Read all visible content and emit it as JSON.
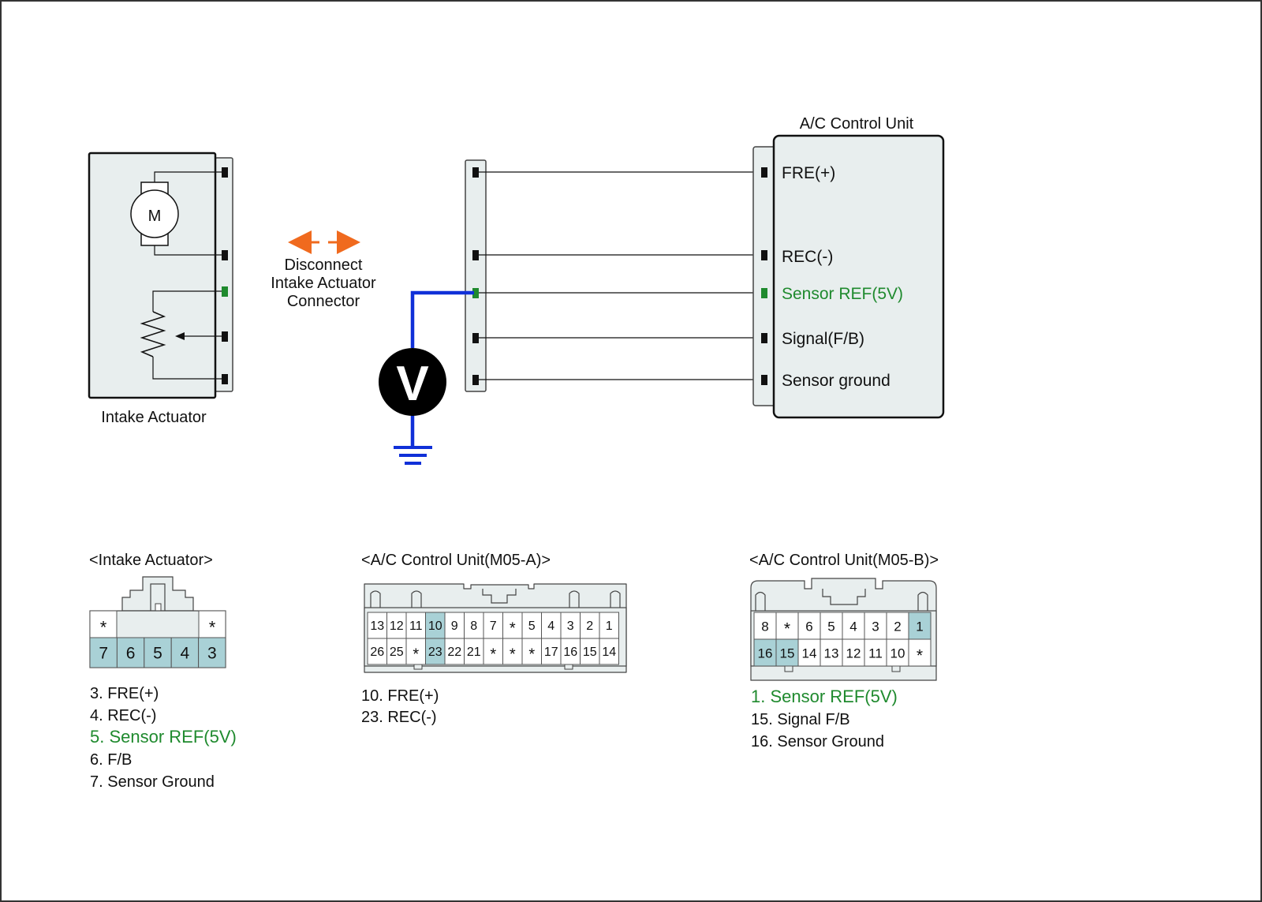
{
  "colors": {
    "sensor_ref": "#1f8a2e",
    "probe_wire": "#1030d8",
    "arrow": "#f06a1e",
    "highlight_pin": "#a9d1d6",
    "panel_fill": "#e8eeee"
  },
  "schematic": {
    "actuator_label": "Intake Actuator",
    "motor_symbol": "M",
    "disconnect_note": [
      "Disconnect",
      "Intake Actuator",
      "Connector"
    ],
    "meter_symbol": "V",
    "control_unit_title": "A/C Control Unit",
    "control_unit_pins": [
      "FRE(+)",
      "REC(-)",
      "Sensor REF(5V)",
      "Signal(F/B)",
      "Sensor ground"
    ]
  },
  "connectors": {
    "intake": {
      "title": "<Intake Actuator>",
      "top_row": [
        "*",
        "*"
      ],
      "bottom_row": [
        "7",
        "6",
        "5",
        "4",
        "3"
      ],
      "legend": [
        "3. FRE(+)",
        "4. REC(-)",
        "5. Sensor REF(5V)",
        "6. F/B",
        "7. Sensor Ground"
      ]
    },
    "m05a": {
      "title": "<A/C Control Unit(M05-A)>",
      "top_row": [
        "13",
        "12",
        "11",
        "10",
        "9",
        "8",
        "7",
        "*",
        "5",
        "4",
        "3",
        "2",
        "1"
      ],
      "bottom_row": [
        "26",
        "25",
        "*",
        "23",
        "22",
        "21",
        "*",
        "*",
        "*",
        "17",
        "16",
        "15",
        "14"
      ],
      "legend": [
        "10. FRE(+)",
        "23. REC(-)"
      ]
    },
    "m05b": {
      "title": "<A/C Control Unit(M05-B)>",
      "top_row": [
        "8",
        "*",
        "6",
        "5",
        "4",
        "3",
        "2",
        "1"
      ],
      "bottom_row": [
        "16",
        "15",
        "14",
        "13",
        "12",
        "11",
        "10",
        "*"
      ],
      "legend": [
        "1. Sensor REF(5V)",
        "15. Signal F/B",
        "16. Sensor Ground"
      ]
    }
  }
}
